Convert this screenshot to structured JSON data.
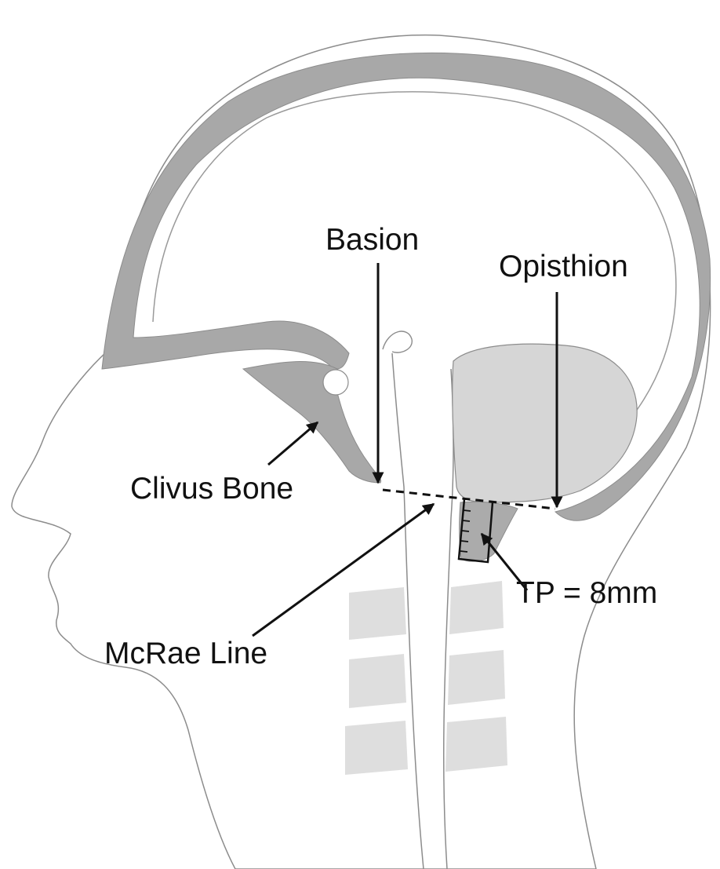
{
  "labels": {
    "basion": "Basion",
    "opisthion": "Opisthion",
    "clivus_bone": "Clivus Bone",
    "mcrae_line": "McRae Line",
    "tp_measure": "TP = 8mm"
  },
  "colors": {
    "outline": "#8c8c8c",
    "bone_fill": "#a8a8a8",
    "brain_fill": "#d6d6d6",
    "tongue_fill": "#ababab",
    "vertebra_fill": "#dedede",
    "arrow": "#111111",
    "background": "#ffffff"
  }
}
